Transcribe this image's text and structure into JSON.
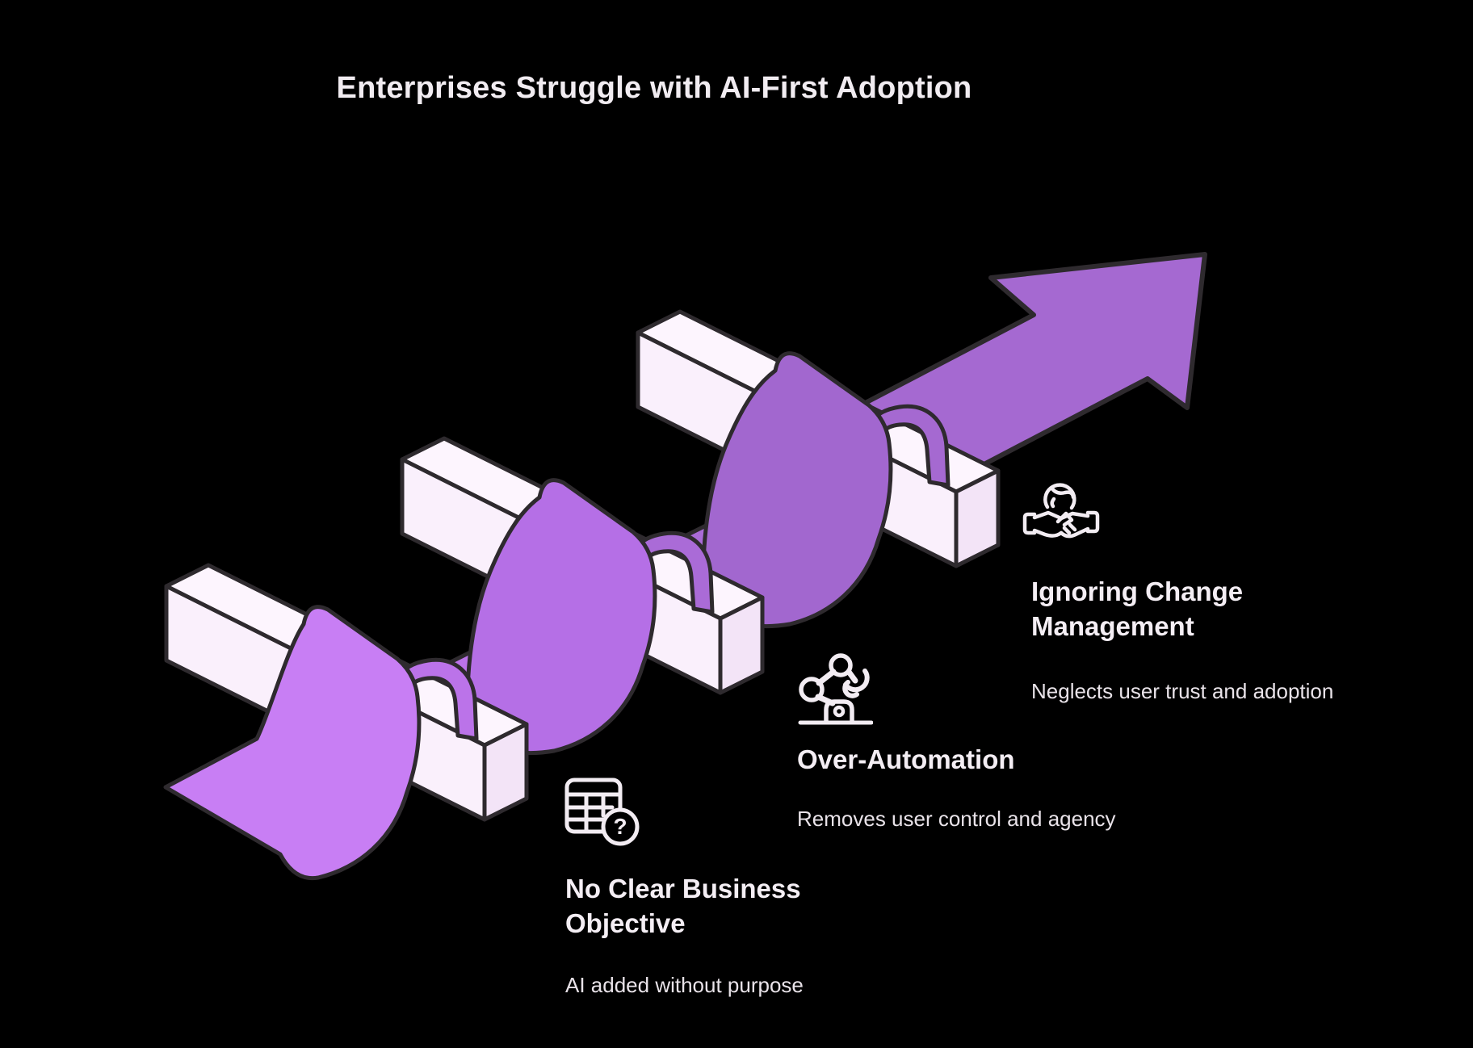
{
  "title": "Enterprises Struggle with AI-First Adoption",
  "items": [
    {
      "id": "no-clear-business-objective",
      "icon": "table-question-icon",
      "heading": "No Clear Business Objective",
      "description": "AI added without purpose"
    },
    {
      "id": "over-automation",
      "icon": "robot-arm-icon",
      "heading": "Over-Automation",
      "description": "Removes user control and agency"
    },
    {
      "id": "ignoring-change-management",
      "icon": "handshake-globe-icon",
      "heading": "Ignoring Change Management",
      "description": "Neglects user trust and adoption"
    }
  ],
  "icons": {
    "question_glyph": "?"
  },
  "illustration": {
    "type": "isometric-ribbon-over-hurdles",
    "description": "Purple ribbon weaves over three white hurdle bars, rising into an upward arrow; each hurdle corresponds to one adoption obstacle",
    "colors": {
      "background": "#000000",
      "outline": "#2e2a2e",
      "bar_top": "#fdf5fe",
      "bar_front": "#faf0fc",
      "bar_end": "#f3e4f7",
      "ribbon_segment_1": "#c87ef4",
      "ribbon_segment_2": "#bb73e9",
      "ribbon_band_2": "#b56fe6",
      "ribbon_segment_3": "#aa6bd7",
      "ribbon_band_3": "#a267cf",
      "arrow": "#a569d1",
      "title_text": "#f1ecf1",
      "heading_text": "#f4eef4",
      "description_text": "#e9e3e9",
      "icon_stroke": "#f2ecf2"
    }
  }
}
